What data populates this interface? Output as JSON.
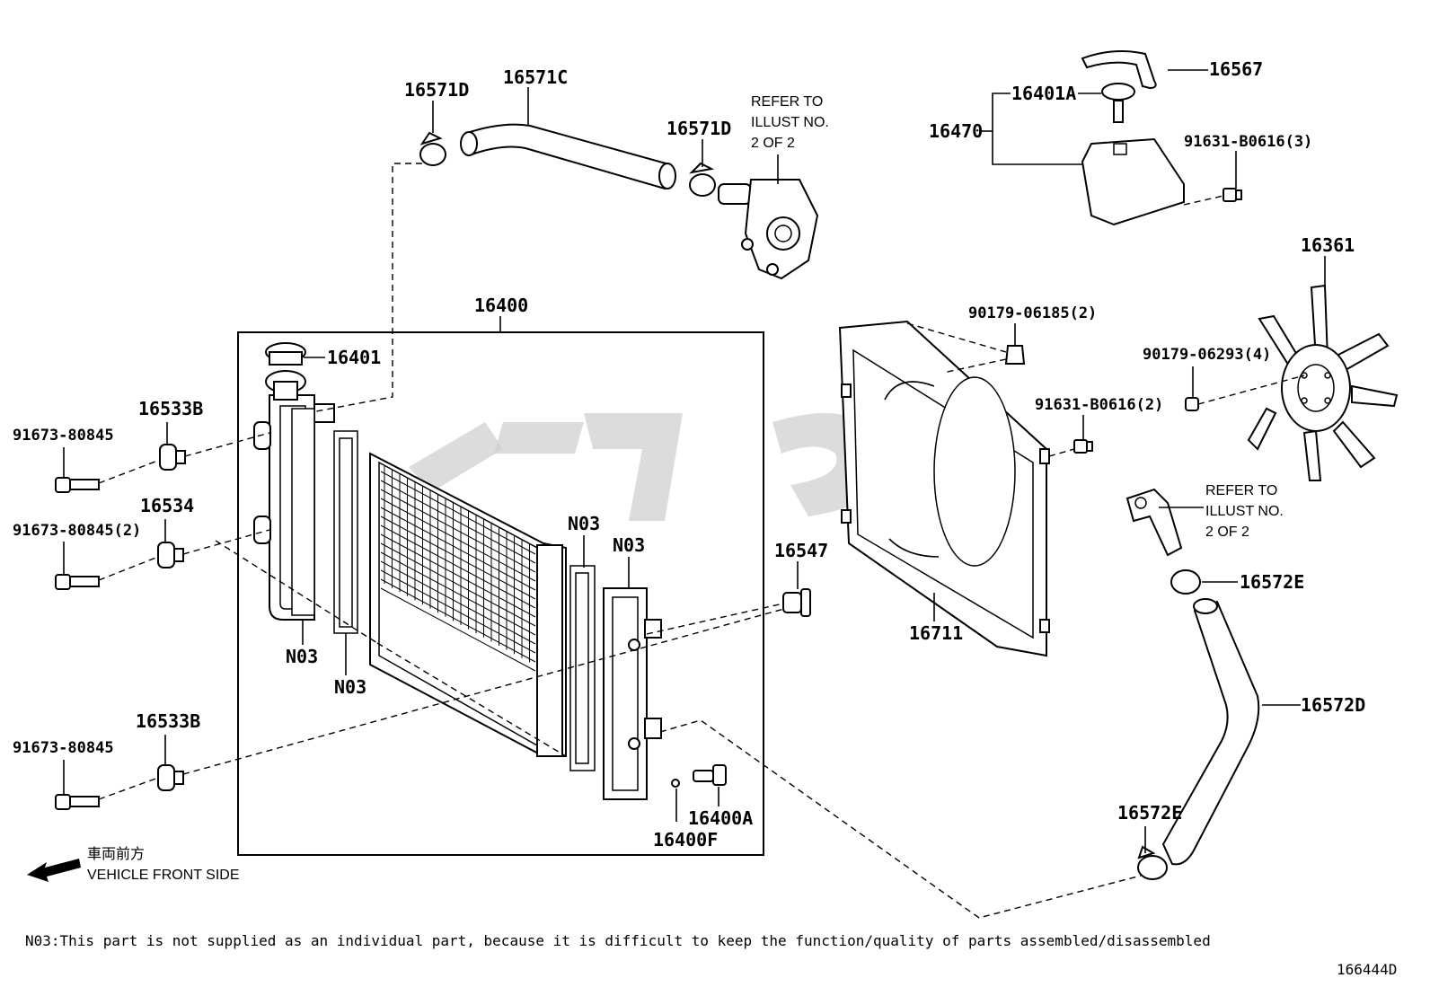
{
  "labels": {
    "p16571D_a": "16571D",
    "p16571C": "16571C",
    "p16571D_b": "16571D",
    "refer_top": [
      "REFER TO",
      "ILLUST NO.",
      "2 OF 2"
    ],
    "p16567": "16567",
    "p16401A": "16401A",
    "p16470": "16470",
    "p91631_3": "91631-B0616(3)",
    "p16361": "16361",
    "p90179_06185": "90179-06185(2)",
    "p90179_06293": "90179-06293(4)",
    "p91631_2": "91631-B0616(2)",
    "refer_right": [
      "REFER TO",
      "ILLUST NO.",
      "2 OF 2"
    ],
    "p16572E_a": "16572E",
    "p16572D": "16572D",
    "p16572E_b": "16572E",
    "p16711": "16711",
    "p16547": "16547",
    "p16400": "16400",
    "p16401": "16401",
    "p16533B_a": "16533B",
    "p91673_a": "91673-80845",
    "p16534": "16534",
    "p91673_b": "91673-80845(2)",
    "p16533B_b": "16533B",
    "p91673_c": "91673-80845",
    "n03_a": "N03",
    "n03_b": "N03",
    "n03_c": "N03",
    "n03_d": "N03",
    "p16400A": "16400A",
    "p16400F": "16400F",
    "front_jp": "車両前方",
    "front_en": "VEHICLE FRONT SIDE",
    "footnote": "N03:This part is not supplied as an individual part, because it is difficult to keep the function/quality of parts assembled/disassembled",
    "diagram_id": "166444D"
  },
  "icons": {
    "front_arrow": "arrow-left-icon",
    "watermark": "watermark-logo"
  },
  "colors": {
    "line": "#000000",
    "watermark": "#d0d0d0",
    "background": "#ffffff"
  }
}
